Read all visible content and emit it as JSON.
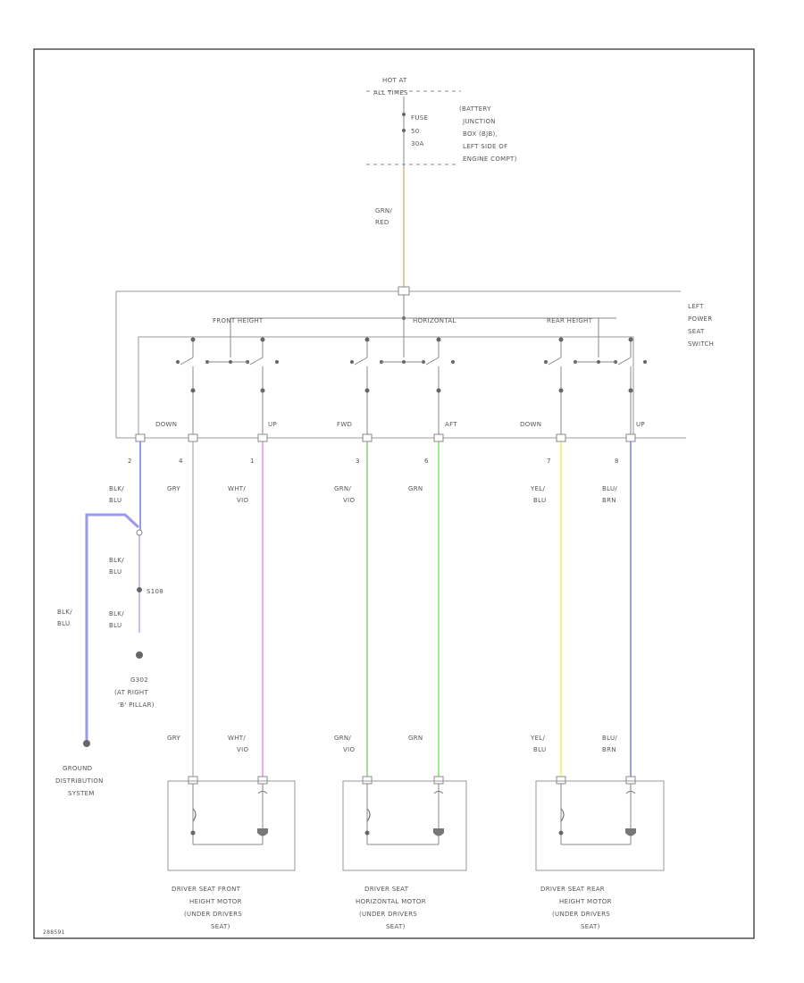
{
  "power": {
    "hot_line1": "HOT AT",
    "hot_line2": "ALL TIMES",
    "fuse_name": "FUSE",
    "fuse_num": "50",
    "fuse_amps": "30A",
    "location_lines": [
      "(BATTERY",
      "JUNCTION",
      "BOX (BJB),",
      "LEFT SIDE OF",
      "ENGINE COMPT)"
    ],
    "feed_wire_line1": "GRN/",
    "feed_wire_line2": "RED",
    "feed_color": "#e8c894"
  },
  "switch": {
    "label_lines": [
      "LEFT",
      "POWER",
      "SEAT",
      "SWITCH"
    ],
    "section_labels": [
      "FRONT HEIGHT",
      "HORIZONTAL",
      "REAR HEIGHT"
    ],
    "direction_labels": [
      "DOWN",
      "UP",
      "FWD",
      "AFT",
      "DOWN",
      "UP"
    ]
  },
  "pins": [
    "2",
    "4",
    "1",
    "3",
    "6",
    "7",
    "8"
  ],
  "wires": [
    {
      "top_line1": "BLK/",
      "top_line2": "BLU",
      "bottom_line1": "",
      "bottom_line2": "",
      "color": "#9999ee"
    },
    {
      "top_line1": "GRY",
      "top_line2": "",
      "bottom_line1": "GRY",
      "bottom_line2": "",
      "color": "#cccccc"
    },
    {
      "top_line1": "WHT/",
      "top_line2": "VIO",
      "bottom_line1": "WHT/",
      "bottom_line2": "VIO",
      "color": "#f0a8f0"
    },
    {
      "top_line1": "GRN/",
      "top_line2": "VIO",
      "bottom_line1": "GRN/",
      "bottom_line2": "VIO",
      "color": "#a8d8a0"
    },
    {
      "top_line1": "GRN",
      "top_line2": "",
      "bottom_line1": "GRN",
      "bottom_line2": "",
      "color": "#9cf08c"
    },
    {
      "top_line1": "YEL/",
      "top_line2": "BLU",
      "bottom_line1": "YEL/",
      "bottom_line2": "BLU",
      "color": "#f5f580"
    },
    {
      "top_line1": "BLU/",
      "top_line2": "BRN",
      "bottom_line1": "BLU/",
      "bottom_line2": "BRN",
      "color": "#9c9cf0"
    }
  ],
  "ground": {
    "splice_wire_line1": "BLK/",
    "splice_wire_line2": "BLU",
    "splice_name": "S108",
    "g_wire_line1": "BLK/",
    "g_wire_line2": "BLU",
    "ground_name": "G302",
    "ground_loc_line1": "(AT RIGHT",
    "ground_loc_line2": "'B' PILLAR)",
    "branch_wire_line1": "BLK/",
    "branch_wire_line2": "BLU",
    "ground_dist_lines": [
      "GROUND",
      "DISTRIBUTION",
      "SYSTEM"
    ]
  },
  "motors": [
    {
      "lines": [
        "DRIVER SEAT FRONT",
        "HEIGHT MOTOR",
        "(UNDER DRIVERS",
        "SEAT)"
      ]
    },
    {
      "lines": [
        "DRIVER SEAT",
        "HORIZONTAL MOTOR",
        "(UNDER DRIVERS",
        "SEAT)"
      ]
    },
    {
      "lines": [
        "DRIVER SEAT REAR",
        "HEIGHT MOTOR",
        "(UNDER DRIVERS",
        "SEAT)"
      ]
    }
  ],
  "figure_code": "288591"
}
